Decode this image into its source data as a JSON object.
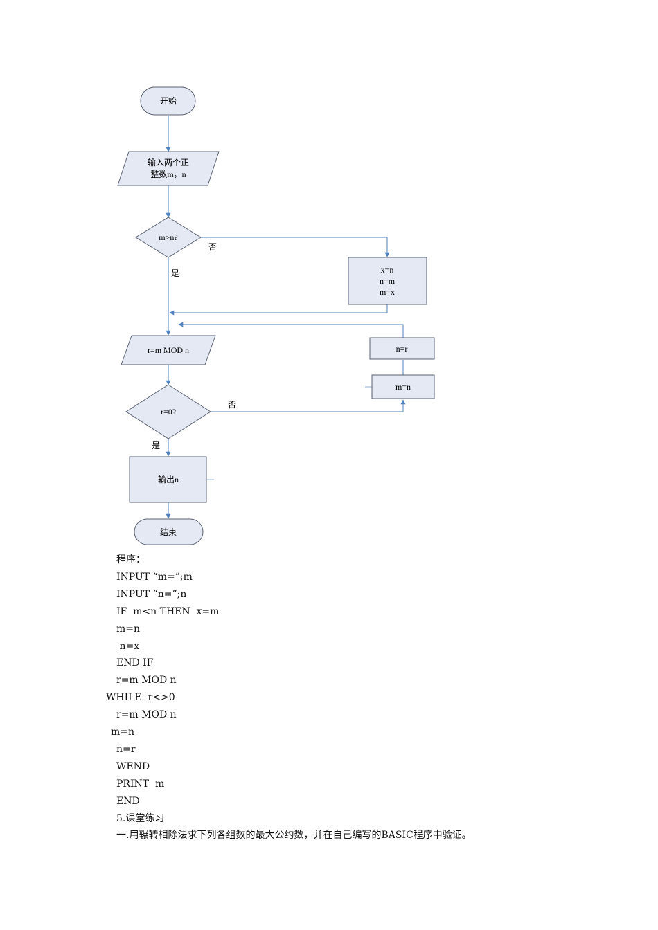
{
  "flowchart": {
    "start": "开始",
    "input": [
      "输入两个正",
      "整数m，n"
    ],
    "cond1": "m>n?",
    "cond1_no": "否",
    "cond1_yes": "是",
    "swap": [
      "x=n",
      "n=m",
      "m=x"
    ],
    "mod": "r=m MOD n",
    "assign_n": "n=r",
    "assign_m": "m=n",
    "cond2": "r=0?",
    "cond2_no": "否",
    "cond2_yes": "是",
    "output": "输出n",
    "end": "结束"
  },
  "program": {
    "heading": "程序：",
    "lines": [
      "INPUT “m=”;m",
      "INPUT “n=”;n",
      "IF  m<n THEN  x=m",
      "m=n",
      " n=x",
      "END IF",
      "r=m MOD n",
      "WHILE  r<>0",
      "r=m MOD n",
      "m=n",
      "n=r",
      "WEND",
      "PRINT  m",
      "END"
    ]
  },
  "exercise": {
    "heading": "5.课堂练习",
    "item1": "一.用辗转相除法求下列各组数的最大公约数，并在自己编写的BASIC程序中验证。"
  },
  "colors": {
    "shape_fill": "#e4e9f4",
    "shape_stroke": "#5a6170",
    "connector": "#4f81bd",
    "text": "#000000"
  }
}
